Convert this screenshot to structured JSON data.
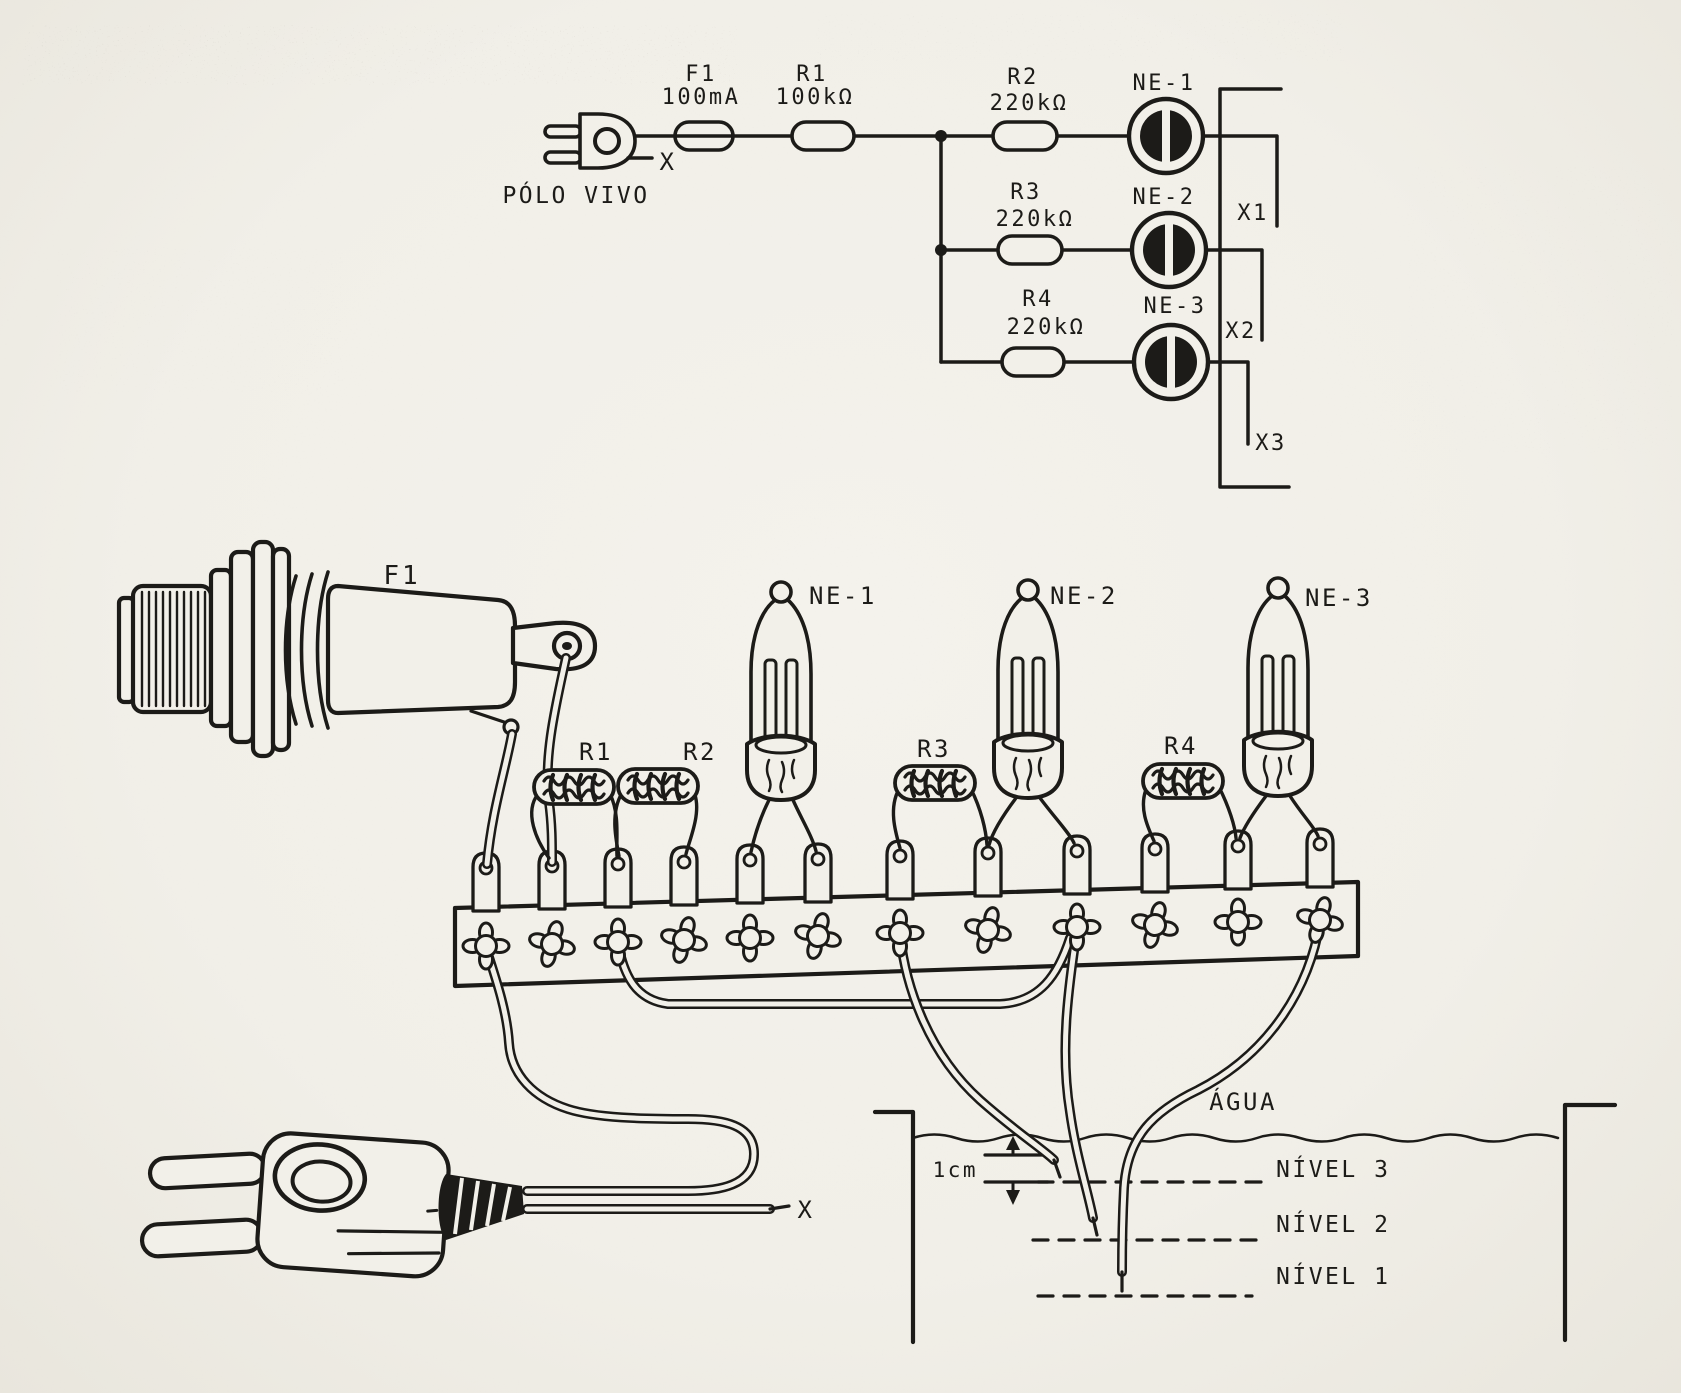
{
  "colors": {
    "ink": "#1c1b18",
    "paper": "#f2f0e9"
  },
  "schematic": {
    "plug": {
      "label": "PÓLO VIVO",
      "terminal": "X"
    },
    "fuse": {
      "ref": "F1",
      "value": "100mA"
    },
    "resistors": [
      {
        "ref": "R1",
        "value": "100kΩ"
      },
      {
        "ref": "R2",
        "value": "220kΩ"
      },
      {
        "ref": "R3",
        "value": "220kΩ"
      },
      {
        "ref": "R4",
        "value": "220kΩ"
      }
    ],
    "lamps": [
      {
        "ref": "NE-1"
      },
      {
        "ref": "NE-2"
      },
      {
        "ref": "NE-3"
      }
    ],
    "terminals": [
      {
        "ref": "X1"
      },
      {
        "ref": "X2"
      },
      {
        "ref": "X3"
      }
    ]
  },
  "assembly": {
    "fuse_label": "F1",
    "resistors": [
      {
        "ref": "R1"
      },
      {
        "ref": "R2"
      },
      {
        "ref": "R3"
      },
      {
        "ref": "R4"
      }
    ],
    "lamps": [
      {
        "ref": "NE-1"
      },
      {
        "ref": "NE-2"
      },
      {
        "ref": "NE-3"
      }
    ],
    "plug_terminal": "X"
  },
  "tank": {
    "water_label": "ÁGUA",
    "gap_label": "1cm",
    "levels": [
      {
        "label": "NÍVEL 3"
      },
      {
        "label": "NÍVEL 2"
      },
      {
        "label": "NÍVEL 1"
      }
    ]
  }
}
